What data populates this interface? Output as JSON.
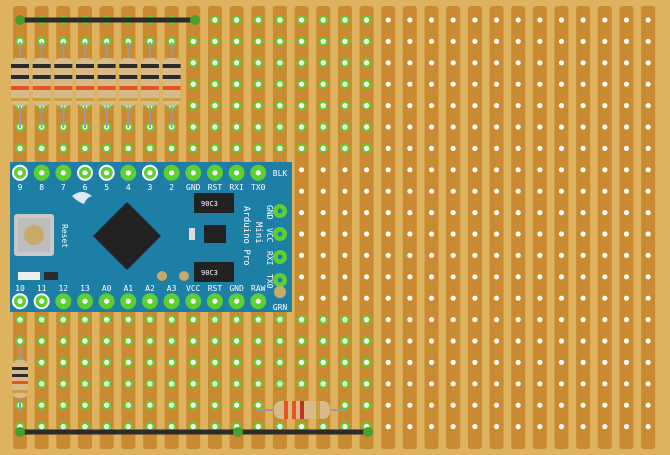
{
  "board": {
    "columns": 30,
    "rows": 20,
    "strip_color": "#c98a32",
    "board_color": "#ddb35f",
    "hole_color": "#ffffff",
    "active_hole_color": "#5ccf31"
  },
  "arduino": {
    "top_pins": [
      "9",
      "8",
      "7",
      "6",
      "5",
      "4",
      "3",
      "2",
      "GND",
      "RST",
      "RXI",
      "TX0"
    ],
    "bottom_pins": [
      "10",
      "11",
      "12",
      "13",
      "A0",
      "A1",
      "A2",
      "A3",
      "VCC",
      "RST",
      "GND",
      "RAW"
    ],
    "side_pins": [
      "BLK",
      "GND",
      "VCC",
      "RXI",
      "TX0",
      "GRN"
    ],
    "reset_label": "Reset",
    "product_lines": [
      "Arduino Pro",
      "Mini"
    ],
    "chip_label_1": "90C3",
    "chip_label_2": "90C3",
    "board_color": "#1d7fa6",
    "chip_color": "#222222"
  },
  "resistors": {
    "top_count": 8,
    "band_colors": [
      "#2b2b2b",
      "#2b2b2b",
      "#e8541e"
    ],
    "body_color": "#d7b98a"
  },
  "colors": {
    "wire": "#2b2b2b",
    "wire_end": "#4a9e2c"
  }
}
